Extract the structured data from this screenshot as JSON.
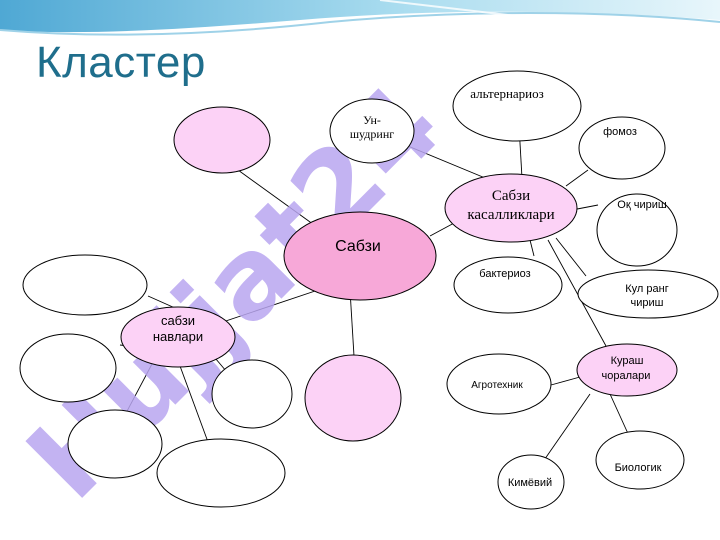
{
  "title": "Кластер",
  "watermark": "Hujjat24",
  "colors": {
    "center_fill": "#f7a8d8",
    "pink_fill": "#fcd2f6",
    "white_fill": "#ffffff",
    "stroke": "#000000",
    "title": "#1f6e8c",
    "banner": "#7cc4e4",
    "watermark_purple": "#b9a6f0",
    "watermark_gray": "#8c8c8c"
  },
  "nodes": {
    "center": "Сабзи",
    "diseases": [
      "Сабзи",
      "касалликлари"
    ],
    "alternarioz": "альтернариоз",
    "un_shudring": [
      "Ун-",
      "шудринг"
    ],
    "fomoz": "фомоз",
    "oq_chirish": "Оқ чириш",
    "bakterioz": "бактериоз",
    "kul_rang": [
      "Кул ранг",
      "чириш"
    ],
    "kurash": [
      "Кураш",
      "чоралари"
    ],
    "agrotexnik": "Агротехник",
    "biologik": "Биологик",
    "kimyoviy": "Кимёвий",
    "varieties": [
      "сабзи",
      "навлари"
    ]
  }
}
